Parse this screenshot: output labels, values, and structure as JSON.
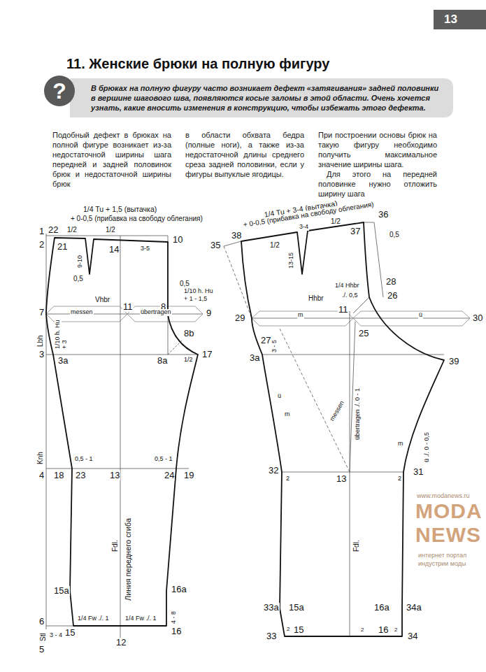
{
  "diagram": {
    "title": "11. Женские брюки на полную фигуру",
    "nodes": [
      {
        "text": [
          "13"
        ]
      },
      {
        "text": [
          "В брюках на полную фигуру часто возникает дефект «затягивания» задней половинки в вершине шагового шва, появляются косые заломы в этой области. Очень хочется узнать, какие вносить изменения в конструкцию, чтобы избежать этого дефекта."
        ]
      },
      {
        "text": [
          "?"
        ],
        "in": 1
      }
    ],
    "labels": [
      "Подобный дефект в брюках на полной фигуре возникает из-за недостаточной ширины шага передней и задней половинок брюк и недостаточной ширины брюк",
      "в области обхвата бедра (полные ноги), а также из-за недостаточной длины среднего среза задней половинки, если у фигуры выпуклые ягодицы.",
      "При построении основы брюк на такую фигуру необходимо получить максимальное значение ширины шага.",
      "Для этого на передней половинке нужно отложить ширину шага",
      "1/4 Tu + 1,5 (вытачка)",
      "+ 0-0,5 (прибавка на свободу облегания)",
      "1",
      "22",
      "2",
      "21",
      "1/2",
      "1/2",
      "14",
      "3-5",
      "10",
      "9-10",
      "0,5",
      "0,5",
      "1/10 h. Hu",
      "+ 1 - 1,5",
      "Vhbr",
      "7",
      "11",
      "8",
      "9",
      "messen",
      "übertragen",
      "Lbh",
      "1/10 h. Hu",
      "+ 3",
      "8b",
      "3",
      "3a",
      "8a",
      "1/2",
      "17",
      "Knh",
      "0,5 - 1",
      "0,5 - 1",
      "4",
      "18",
      "23",
      "13",
      "24",
      "19",
      "Fdl.",
      "Линия переднего сгиба",
      "15a",
      "16a",
      "4 - 8",
      "6",
      "15",
      "1/4 Fw ./. 1",
      "1/4 Fw ./. 1",
      "16",
      "Stl",
      "3 - 4",
      "12",
      "5",
      "1/4 Tu + 3-4 (вытачка)",
      "+ 0-0,5 (прибавка на свободу облегания)",
      "0,5",
      "38",
      "37",
      "36",
      "35",
      "1/2",
      "3-4",
      "1/2",
      "13-15",
      "28",
      "26",
      "Hhbr",
      "1/4 Hhbr",
      "11",
      "./. 0,5",
      "29",
      "30",
      "m",
      "ü",
      "27",
      "3 - 5",
      "25",
      "3a",
      "39",
      "ü",
      "m",
      "messen",
      "übertragen ./. 0 - 1",
      "ü ./. 0 - 0,5",
      "m",
      "32",
      "13",
      "31",
      "2",
      "2",
      "Fdl.",
      "33a",
      "15a",
      "16a",
      "34a",
      "33",
      "2",
      "15",
      "2",
      "16",
      "2",
      "34",
      "www.modanews.ru",
      "MODA",
      "NEWS",
      "интернет портал",
      "индустрии моды"
    ]
  }
}
